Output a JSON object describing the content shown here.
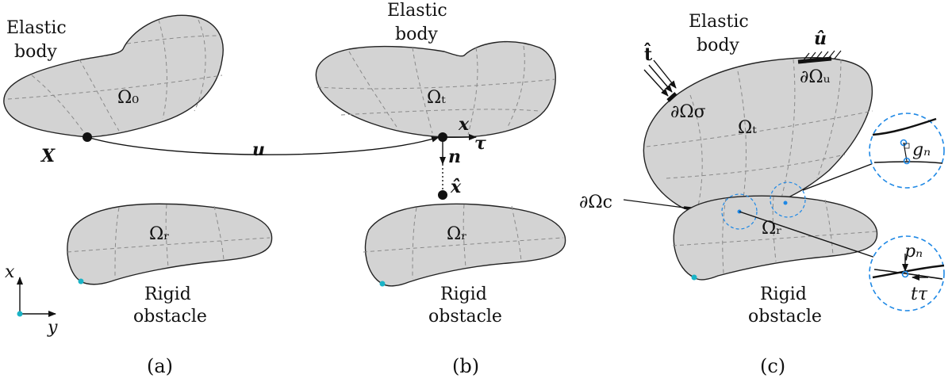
{
  "panel_a": {
    "elastic_label_1": "Elastic",
    "elastic_label_2": "body",
    "omega": "Ω₀",
    "point_X": "X",
    "disp_u": "u",
    "obstacle_omega": "Ωᵣ",
    "rigid_label_1": "Rigid",
    "rigid_label_2": "obstacle",
    "axis_x": "x",
    "axis_y": "y",
    "caption": "(a)"
  },
  "panel_b": {
    "elastic_label_1": "Elastic",
    "elastic_label_2": "body",
    "omega": "Ωₜ",
    "point_x": "x",
    "tau": "τ",
    "normal_n": "n",
    "point_xhat": "x̂",
    "obstacle_omega": "Ωᵣ",
    "rigid_label_1": "Rigid",
    "rigid_label_2": "obstacle",
    "caption": "(b)"
  },
  "panel_c": {
    "elastic_label_1": "Elastic",
    "elastic_label_2": "body",
    "traction": "t̂",
    "boundary_sigma": "∂Ωσ",
    "disp_hat": "û",
    "boundary_u": "∂Ωᵤ",
    "omega": "Ωₜ",
    "boundary_c": "∂Ωc",
    "gap": "gₙ",
    "pressure": "pₙ",
    "tangential": "tτ",
    "obstacle_omega": "Ωᵣ",
    "rigid_label_1": "Rigid",
    "rigid_label_2": "obstacle",
    "caption": "(c)"
  },
  "colors": {
    "body_fill": "#d3d3d3",
    "accent": "#1e88e5",
    "cyan_point": "#1ab3c6"
  }
}
